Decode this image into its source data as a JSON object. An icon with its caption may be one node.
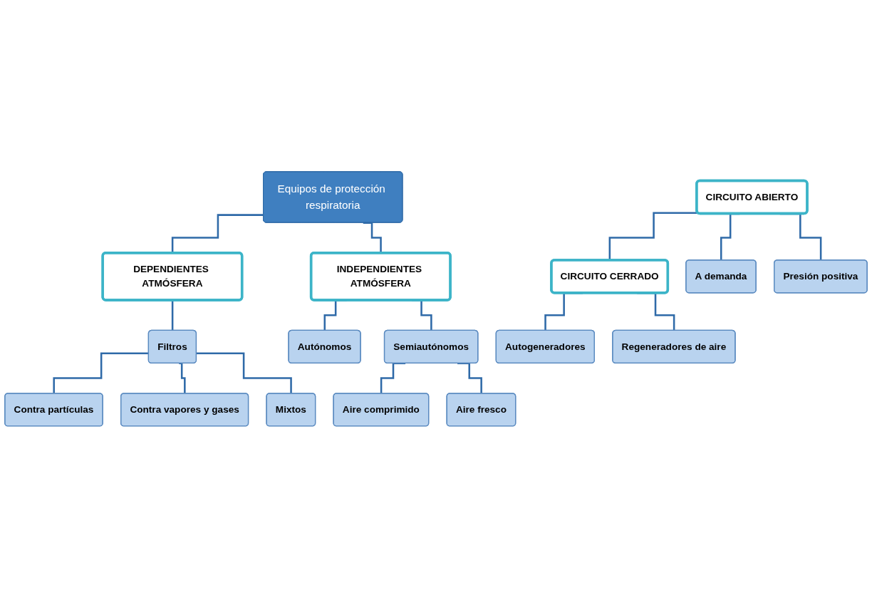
{
  "diagram": {
    "nodes": [
      {
        "text": [
          "Equipos de protección respiratoria"
        ]
      },
      {
        "text": [
          "DEPENDIENTES ATMÓSFERA"
        ]
      },
      {
        "text": [
          "INDEPENDIENTES ATMÓSFERA"
        ]
      },
      {
        "text": [
          "Filtros"
        ]
      },
      {
        "text": [
          "Autónomos"
        ]
      },
      {
        "text": [
          "Semiautónomos"
        ]
      },
      {
        "text": [
          "Contra partículas"
        ]
      },
      {
        "text": [
          "Contra vapores y gases"
        ]
      },
      {
        "text": [
          "Mixtos"
        ]
      },
      {
        "text": [
          "Aire comprimido"
        ]
      },
      {
        "text": [
          "Aire fresco"
        ]
      },
      {
        "text": [
          "CIRCUITO ABIERTO"
        ]
      },
      {
        "text": [
          "CIRCUITO CERRADO"
        ]
      },
      {
        "text": [
          "A demanda"
        ]
      },
      {
        "text": [
          "Presión positiva"
        ]
      },
      {
        "text": [
          "Autogeneradores"
        ]
      },
      {
        "text": [
          "Regeneradores de aire"
        ]
      }
    ],
    "edges": [
      {
        "from": 0,
        "to": 1,
        "arrow": "none"
      },
      {
        "from": 0,
        "to": 2,
        "arrow": "none"
      },
      {
        "from": 1,
        "to": 3,
        "arrow": "none"
      },
      {
        "from": 2,
        "to": 4,
        "arrow": "none"
      },
      {
        "from": 2,
        "to": 5,
        "arrow": "none"
      },
      {
        "from": 3,
        "to": 6,
        "arrow": "none"
      },
      {
        "from": 3,
        "to": 7,
        "arrow": "none"
      },
      {
        "from": 3,
        "to": 8,
        "arrow": "none"
      },
      {
        "from": 5,
        "to": 9,
        "arrow": "none"
      },
      {
        "from": 5,
        "to": 10,
        "arrow": "none"
      },
      {
        "from": 11,
        "to": 12,
        "arrow": "none"
      },
      {
        "from": 11,
        "to": 13,
        "arrow": "none"
      },
      {
        "from": 11,
        "to": 14,
        "arrow": "none"
      },
      {
        "from": 12,
        "to": 15,
        "arrow": "none"
      },
      {
        "from": 12,
        "to": 16,
        "arrow": "none"
      }
    ]
  }
}
